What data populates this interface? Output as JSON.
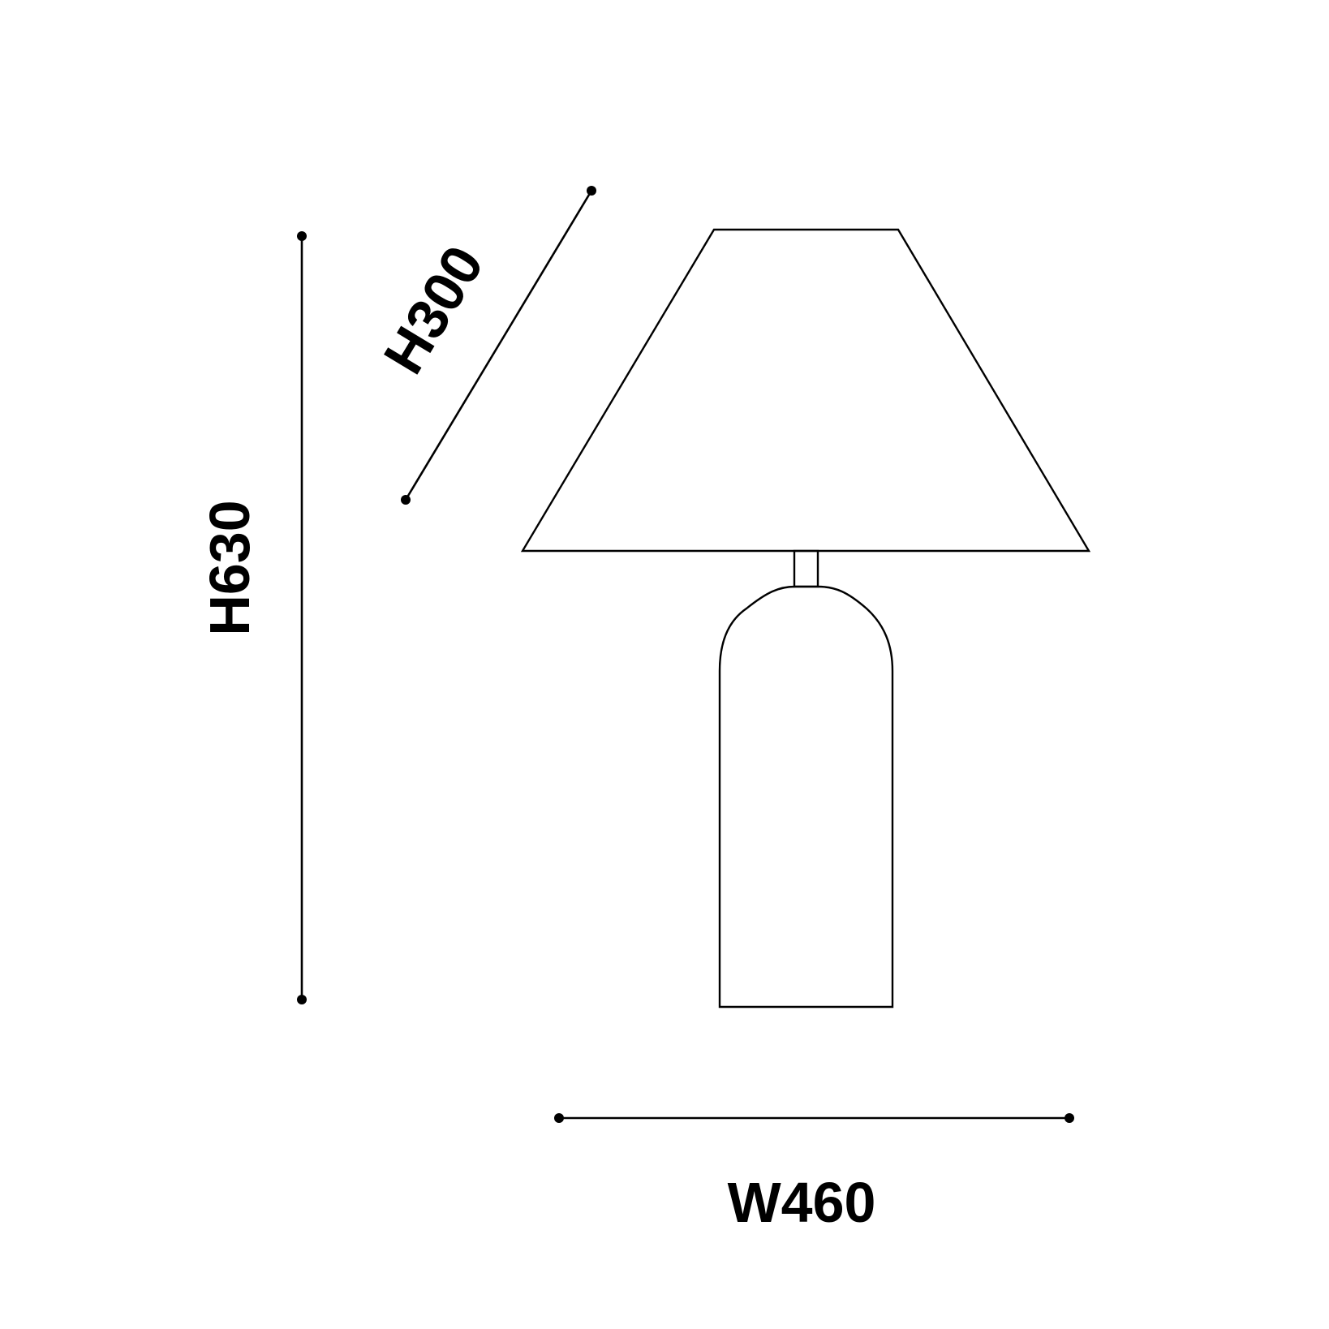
{
  "dimensions": {
    "overall_height": "H630",
    "shade_height": "H300",
    "width": "W460"
  },
  "colors": {
    "line": "#000000",
    "background": "#ffffff"
  }
}
